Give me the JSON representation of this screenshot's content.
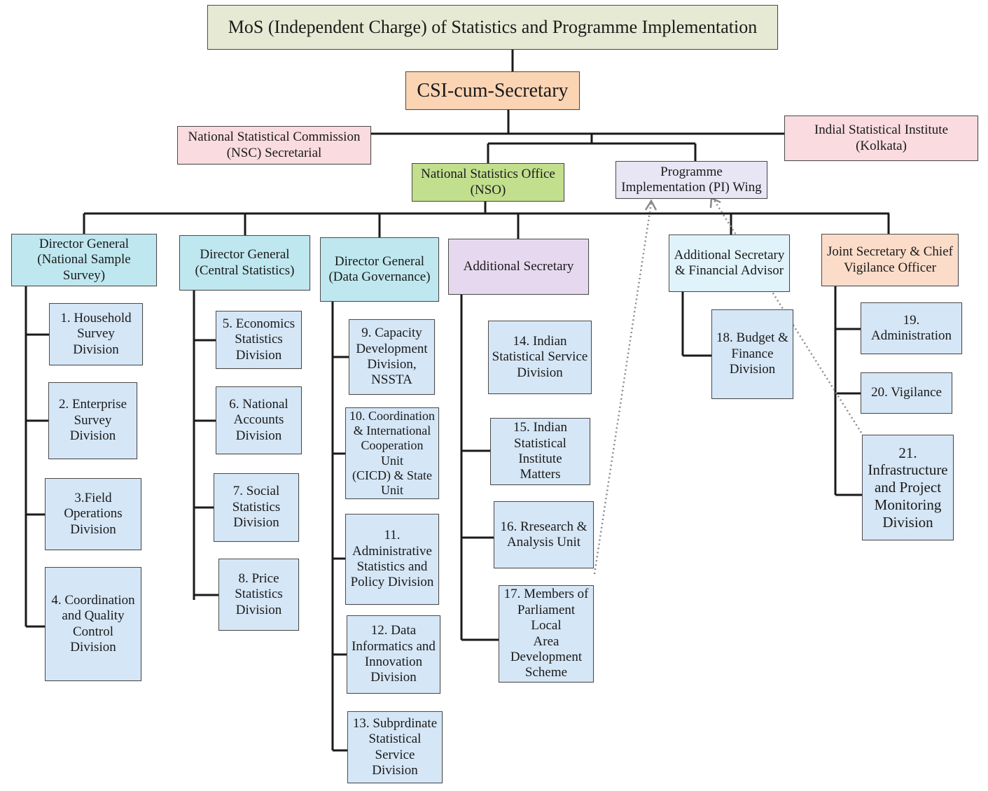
{
  "colors": {
    "top": "#e6ead4",
    "secretary": "#fbd4b4",
    "pink": "#f9dbe0",
    "nso": "#c2df8e",
    "pi": "#e8e6f4",
    "dg": "#bfe7ef",
    "addl": "#e6d9ef",
    "asfa": "#e0f3fa",
    "js": "#fbdcc9",
    "division": "#d5e6f6",
    "line": "#1a1a1a",
    "dotted": "#8a8a8a"
  },
  "top": {
    "mos": "MoS (Independent Charge) of Statistics and Programme Implementation",
    "secretary": "CSI-cum-Secretary",
    "nsc": "National Statistical Commission\n(NSC) Secretarial",
    "isi": "Indial Statistical Institute\n(Kolkata)",
    "nso": "National Statistics Office\n(NSO)",
    "pi": "Programme\nImplementation (PI) Wing"
  },
  "heads": {
    "dg_nss": "Director General\n(National Sample Survey)",
    "dg_cs": "Director General\n(Central Statistics)",
    "dg_dg": "Director General\n(Data Governance)",
    "addl_sec": "Additional Secretary",
    "as_fa": "Additional Secretary\n& Financial Advisor",
    "js_cvo": "Joint Secretary & Chief\nVigilance Officer"
  },
  "divisions": {
    "d1": "1. Household\nSurvey Division",
    "d2": "2. Enterprise\nSurvey Division",
    "d3": "3.Field\nOperations\nDivision",
    "d4": "4. Coordination\nand Quality\nControl Division",
    "d5": "5. Economics\nStatistics\nDivision",
    "d6": "6. National\nAccounts\nDivision",
    "d7": "7. Social\nStatistics\nDivision",
    "d8": "8. Price\nStatistics\nDivision",
    "d9": "9. Capacity\nDevelopment\nDivision,\nNSSTA",
    "d10": "10. Coordination\n& International\nCooperation Unit\n(CICD) & State\nUnit",
    "d11": "11.\nAdministrative\nStatistics and\nPolicy Division",
    "d12": "12. Data\nInformatics and\nInnovation\nDivision",
    "d13": "13. Subprdinate\nStatistical\nService Division",
    "d14": "14. Indian\nStatistical Service\nDivision",
    "d15": "15. Indian\nStatistical Institute\nMatters",
    "d16": "16. Rresearch &\nAnalysis Unit",
    "d17": "17. Members of\nParliament Local\nArea\nDevelopment\nScheme",
    "d18": "18. Budget &\nFinance\nDivision",
    "d19": "19. Administration",
    "d20": "20. Vigilance",
    "d21": "21.\nInfrastructure\nand Project\nMonitoring\nDivision"
  }
}
